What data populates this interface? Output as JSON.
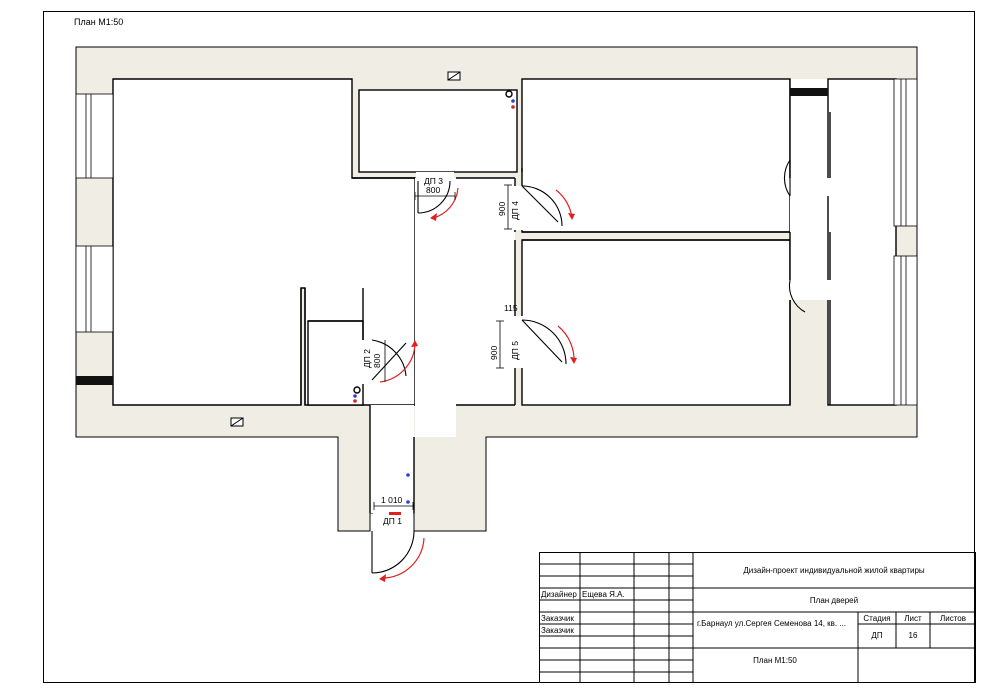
{
  "plan": {
    "scale_label": "План  М1:50"
  },
  "doors": {
    "dp1_label": "ДП 1",
    "dp1_width": "1 010",
    "dp2_label": "ДП 2",
    "dp2_width": "800",
    "dp3_label": "ДП 3",
    "dp3_width": "800",
    "dp4_label": "ДП 4",
    "dp4_width": "900",
    "dp5_label": "ДП 5",
    "dp5_width": "900",
    "dim_115": "115"
  },
  "stamp": {
    "project_title": "Дизайн-проект индивидуальной жилой квартиры",
    "sheet_title": "План дверей",
    "address": "г.Барнаул ул.Сергея Семенова 14, кв. ...",
    "plan_label": "План М1:50",
    "designer_role": "Дизайнер",
    "designer_name": "Ещева Я.А.",
    "client1": "Заказчик",
    "client2": "Заказчик",
    "stage_header": "Стадия",
    "sheet_header": "Лист",
    "sheets_header": "Листов",
    "stage_value": "ДП",
    "sheet_value": "16",
    "sheets_value": ""
  },
  "colors": {
    "wall_fill": "#efede4",
    "wall_stroke": "#000000",
    "arrow": "#e02020",
    "marker_red": "#e02020",
    "marker_blue": "#3040d0"
  }
}
